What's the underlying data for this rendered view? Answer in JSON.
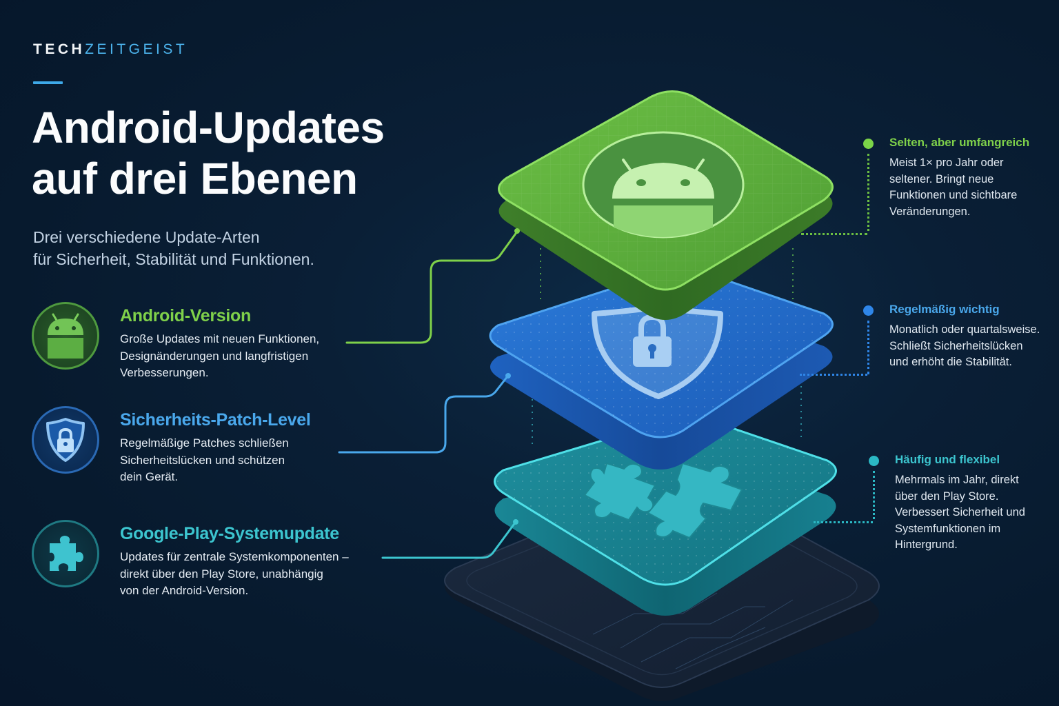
{
  "brand": {
    "part1": "TECH",
    "part2": "ZEITGEIST",
    "accent_color": "#3ea9e8"
  },
  "header": {
    "title_line1": "Android-Updates",
    "title_line2": "auf drei Ebenen",
    "subtitle_line1": "Drei verschiedene Update-Arten",
    "subtitle_line2": "für Sicherheit, Stabilität und Funktionen."
  },
  "layers": [
    {
      "id": "android-version",
      "icon": "android-robot-icon",
      "color": "#7fd14a",
      "heading": "Android-Version",
      "desc_lines": [
        "Große Updates mit neuen Funktionen,",
        "Designänderungen und langfristigen",
        "Verbesserungen."
      ],
      "note_heading": "Selten, aber umfangreich",
      "note_lines": [
        "Meist 1× pro Jahr oder",
        "seltener. Bringt neue",
        "Funktionen und sichtbare",
        "Veränderungen."
      ]
    },
    {
      "id": "security-patch",
      "icon": "shield-lock-icon",
      "color": "#4aa8ec",
      "heading": "Sicherheits-Patch-Level",
      "desc_lines": [
        "Regelmäßige Patches schließen",
        "Sicherheitslücken und schützen",
        "dein Gerät."
      ],
      "note_heading": "Regelmäßig wichtig",
      "note_lines": [
        "Monatlich oder quartalsweise.",
        "Schließt Sicherheitslücken",
        "und erhöht die Stabilität."
      ]
    },
    {
      "id": "play-system-update",
      "icon": "puzzle-piece-icon",
      "color": "#3cc5cf",
      "heading": "Google-Play-Systemupdate",
      "desc_lines": [
        "Updates für zentrale Systemkomponenten –",
        "direkt über den Play Store, unabhängig",
        "von der Android-Version."
      ],
      "note_heading": "Häufig und flexibel",
      "note_lines": [
        "Mehrmals im Jahr, direkt",
        "über den Play Store.",
        "Verbessert Sicherheit und",
        "Systemfunktionen im",
        "Hintergrund."
      ]
    }
  ],
  "colors": {
    "background": "#071a2e",
    "green": "#7fd14a",
    "blue": "#4aa8ec",
    "teal": "#3cc5cf"
  }
}
